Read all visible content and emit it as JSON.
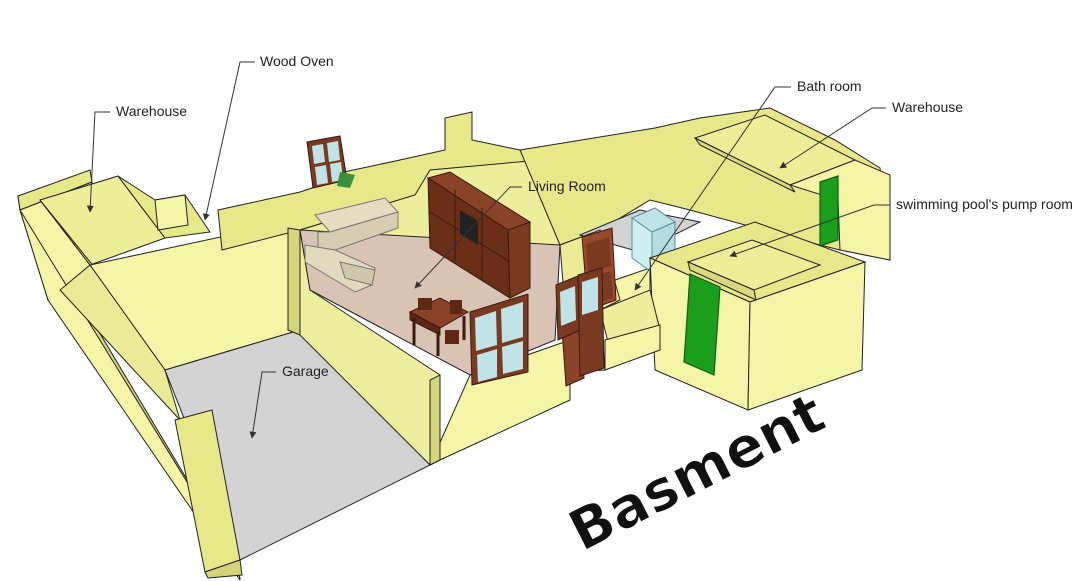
{
  "diagram": {
    "title": "Basment",
    "labels": {
      "warehouse_left": "Warehouse",
      "wood_oven": "Wood Oven",
      "living_room": "Living Room",
      "bath_room": "Bath room",
      "warehouse_right": "Warehouse",
      "pump_room": "swimming pool's pump room",
      "garage": "Garage"
    }
  },
  "colors": {
    "wall_top": "#E6E88A",
    "wall_side": "#F4F5A6",
    "wall_shadow": "#D3D57A",
    "floor_living": "#D9C3B4",
    "floor_garage": "#D3D3D3",
    "door_green": "#1B9E1B",
    "wood": "#7A3A22",
    "glass": "#BFE3E6"
  }
}
